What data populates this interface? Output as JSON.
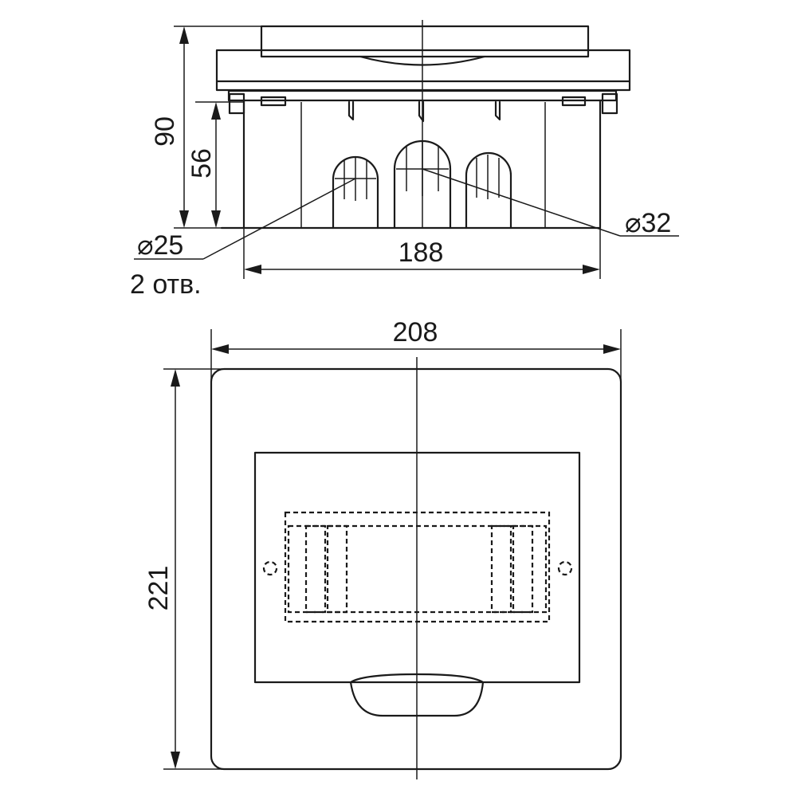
{
  "colors": {
    "line": "#1a1a1a",
    "background": "#ffffff"
  },
  "side_view": {
    "dimension_height_total": "90",
    "dimension_height_box": "56",
    "dimension_width_box": "188",
    "hole_small_diameter": "⌀25",
    "hole_small_note": "2 отв.",
    "hole_large_diameter": "⌀32"
  },
  "front_view": {
    "dimension_width": "208",
    "dimension_height": "221"
  }
}
